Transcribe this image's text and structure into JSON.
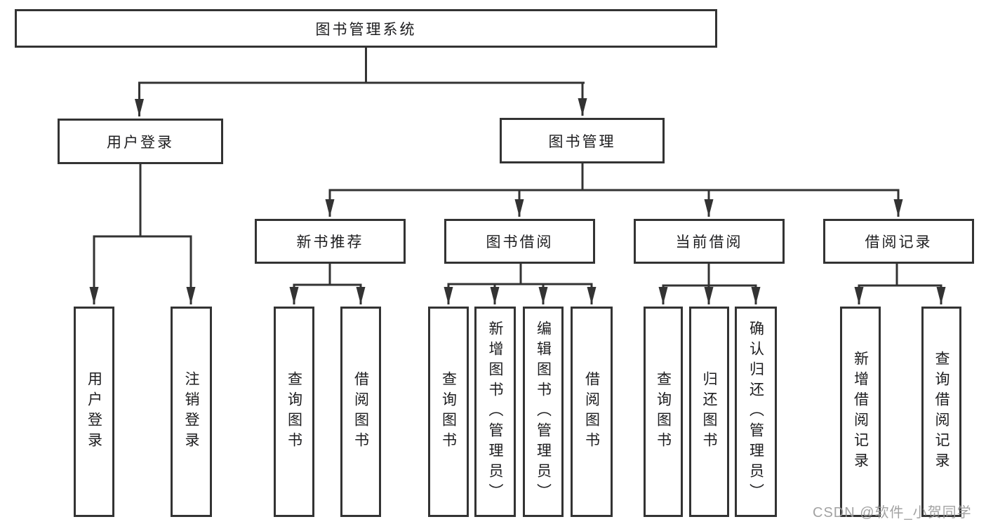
{
  "diagram": {
    "root": {
      "label": "图书管理系统"
    },
    "level2": [
      {
        "label": "用户登录"
      },
      {
        "label": "图书管理"
      }
    ],
    "level3": [
      {
        "label": "新书推荐"
      },
      {
        "label": "图书借阅"
      },
      {
        "label": "当前借阅"
      },
      {
        "label": "借阅记录"
      }
    ],
    "leaves": {
      "user_login": [
        {
          "label": "用户登录"
        },
        {
          "label": "注销登录"
        }
      ],
      "new_book_recommend": [
        {
          "label": "查询图书"
        },
        {
          "label": "借阅图书"
        }
      ],
      "book_borrowing": [
        {
          "label": "查询图书"
        },
        {
          "label": "新增图书（管理员）"
        },
        {
          "label": "编辑图书（管理员）"
        },
        {
          "label": "借阅图书"
        }
      ],
      "current_borrowing": [
        {
          "label": "查询图书"
        },
        {
          "label": "归还图书"
        },
        {
          "label": "确认归还（管理员）"
        }
      ],
      "borrow_records": [
        {
          "label": "新增借阅记录"
        },
        {
          "label": "查询借阅记录"
        }
      ]
    },
    "watermark": "CSDN @软件_小贺同学",
    "colors": {
      "line": "#333333",
      "text": "#1d1d1f",
      "watermark": "#9b9b9b",
      "background": "#ffffff"
    }
  }
}
